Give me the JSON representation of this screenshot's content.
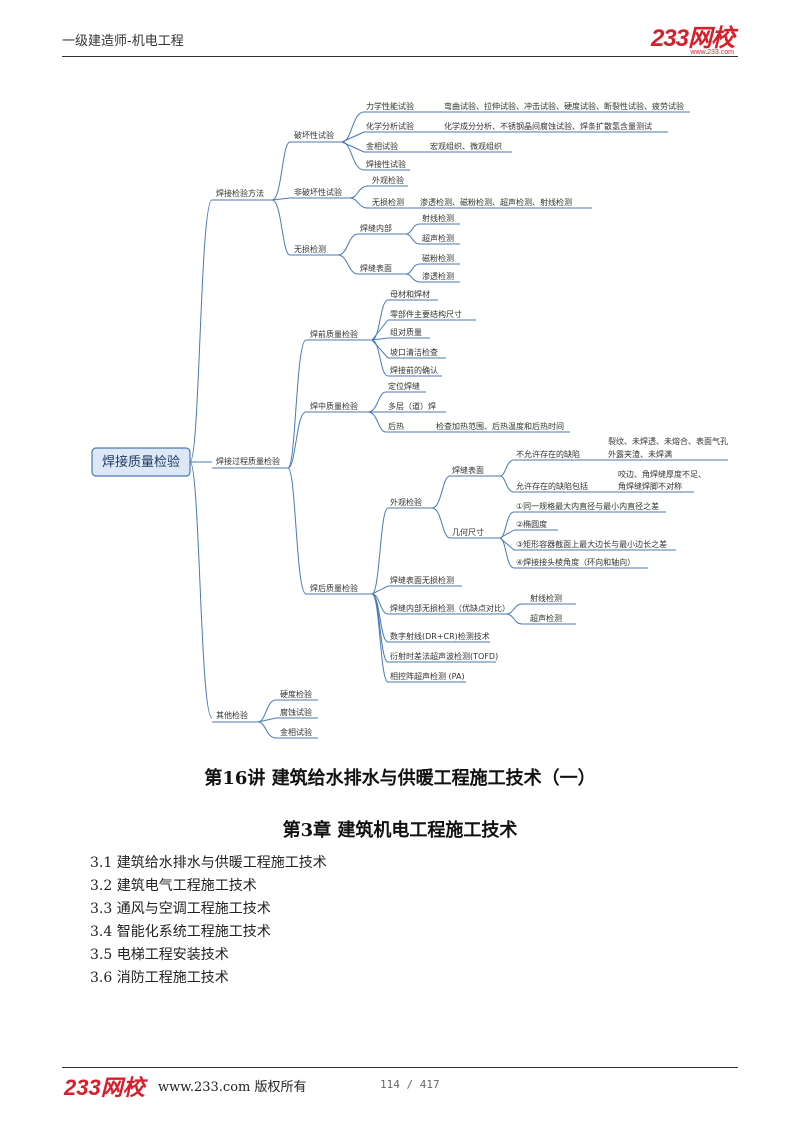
{
  "header": {
    "title": "一级建造师-机电工程",
    "logo_big": "233网校",
    "logo_small": "www.233.com"
  },
  "mindmap": {
    "root": "焊接质量检验",
    "nodes": {
      "m1": "焊接检验方法",
      "m1a": "破坏性试验",
      "m1a1": "力学性能试验",
      "m1a1t": "弯曲试验、拉伸试验、冲击试验、硬度试验、断裂性试验、疲劳试验",
      "m1a2": "化学分析试验",
      "m1a2t": "化学成分分析、不锈钢晶间腐蚀试验、焊条扩散氢含量测试",
      "m1a3": "金相试验",
      "m1a3t": "宏观组织、微观组织",
      "m1a4": "焊接性试验",
      "m1b": "非破坏性试验",
      "m1b1": "外观检验",
      "m1b2": "无损检测",
      "m1b2t": "渗透检测、磁粉检测、超声检测、射线检测",
      "m1c": "无损检测",
      "m1c1": "焊缝内部",
      "m1c1a": "射线检测",
      "m1c1b": "超声检测",
      "m1c2": "焊缝表面",
      "m1c2a": "磁粉检测",
      "m1c2b": "渗透检测",
      "m2": "焊接过程质量检验",
      "m2a": "焊前质量检验",
      "m2a1": "母材和焊材",
      "m2a2": "零部件主要结构尺寸",
      "m2a3": "组对质量",
      "m2a4": "坡口清洁检查",
      "m2a5": "焊接前的确认",
      "m2b": "焊中质量检验",
      "m2b1": "定位焊缝",
      "m2b2": "多层（道）焊",
      "m2b3": "后热",
      "m2b3t": "检查加热范围、后热温度和后热时间",
      "m2c": "焊后质量检验",
      "m2c1": "外观检验",
      "m2c1a": "焊缝表面",
      "m2c1a1": "不允许存在的缺陷",
      "m2c1a1t1": "裂纹、未焊透、未熔合、表面气孔",
      "m2c1a1t2": "外露夹渣、未焊满",
      "m2c1a2": "允许存在的缺陷包括",
      "m2c1a2t1": "咬边、角焊缝厚度不足、",
      "m2c1a2t2": "角焊缝焊脚不对称",
      "m2c1b": "几何尺寸",
      "m2c1b1": "①同一规格最大内直径与最小内直径之差",
      "m2c1b2": "②椭圆度",
      "m2c1b3": "③矩形容器截面上最大边长与最小边长之差",
      "m2c1b4": "④焊接接头棱角度（环向和轴向）",
      "m2c2": "焊缝表面无损检测",
      "m2c3": "焊缝内部无损检测（优缺点对比）",
      "m2c3a": "射线检测",
      "m2c3b": "超声检测",
      "m2c4": "数字射线(DR+CR)检测技术",
      "m2c5": "衍射时差法超声波检测(TOFD)",
      "m2c6": "相控阵超声检测 (PA)",
      "m3": "其他检验",
      "m3a": "硬度检验",
      "m3b": "腐蚀试验",
      "m3c": "金相试验"
    }
  },
  "lecture_heading": "第16讲  建筑给水排水与供暖工程施工技术（一）",
  "chapter_heading": "第3章  建筑机电工程施工技术",
  "toc": [
    "3.1 建筑给水排水与供暖工程施工技术",
    "3.2 建筑电气工程施工技术",
    "3.3 通风与空调工程施工技术",
    "3.4 智能化系统工程施工技术",
    "3.5 电梯工程安装技术",
    "3.6 消防工程施工技术"
  ],
  "footer": {
    "logo": "233网校",
    "site": "www.233.com 版权所有",
    "page": "114 / 417"
  },
  "colors": {
    "brand_red": "#d81e2a",
    "branch_blue": "#4a79b5",
    "root_fill": "#dce8f5"
  }
}
